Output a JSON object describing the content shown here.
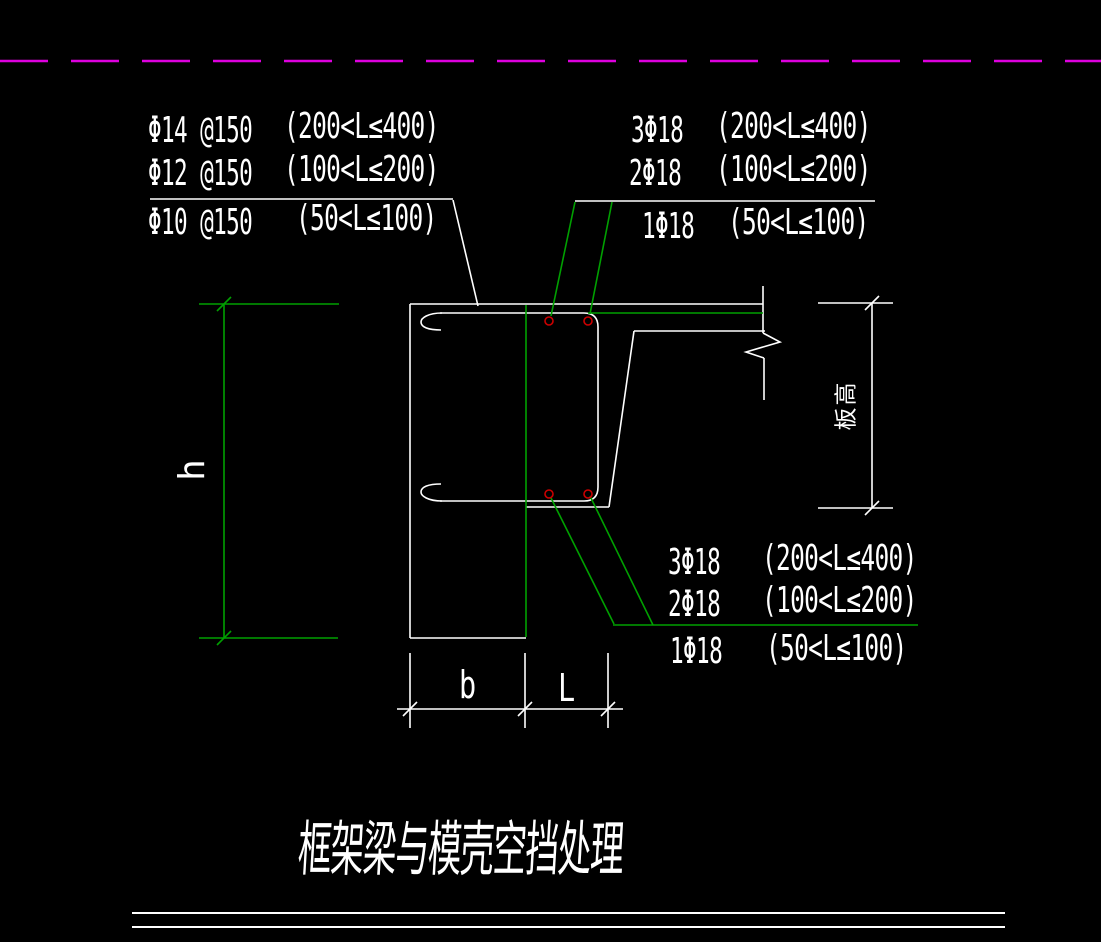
{
  "colors": {
    "background": "#000000",
    "drawing_line": "#FFFFFF",
    "rebar_line": "#00A000",
    "rebar_dot": "#CC0000",
    "boundary_dashed": "#DD00DD"
  },
  "stirrup_options": {
    "rows": [
      {
        "spec": "Φ14 @150",
        "condition": "(200<L≤400)"
      },
      {
        "spec": "Φ12 @150",
        "condition": "(100<L≤200)"
      },
      {
        "spec": "Φ10 @150",
        "condition": "(50<L≤100)"
      }
    ]
  },
  "top_bar_options": {
    "rows": [
      {
        "spec": "3Φ18",
        "condition": "(200<L≤400)"
      },
      {
        "spec": "2Φ18",
        "condition": "(100<L≤200)"
      },
      {
        "spec": "1Φ18",
        "condition": "(50<L≤100)"
      }
    ]
  },
  "bottom_bar_options": {
    "rows": [
      {
        "spec": "3Φ18",
        "condition": "(200<L≤400)"
      },
      {
        "spec": "2Φ18",
        "condition": "(100<L≤200)"
      },
      {
        "spec": "1Φ18",
        "condition": "(50<L≤100)"
      }
    ]
  },
  "dimensions": {
    "beam_height": "h",
    "beam_width": "b",
    "gap_width": "L",
    "slab_height": "板高"
  },
  "title": "框架梁与模壳空挡处理"
}
